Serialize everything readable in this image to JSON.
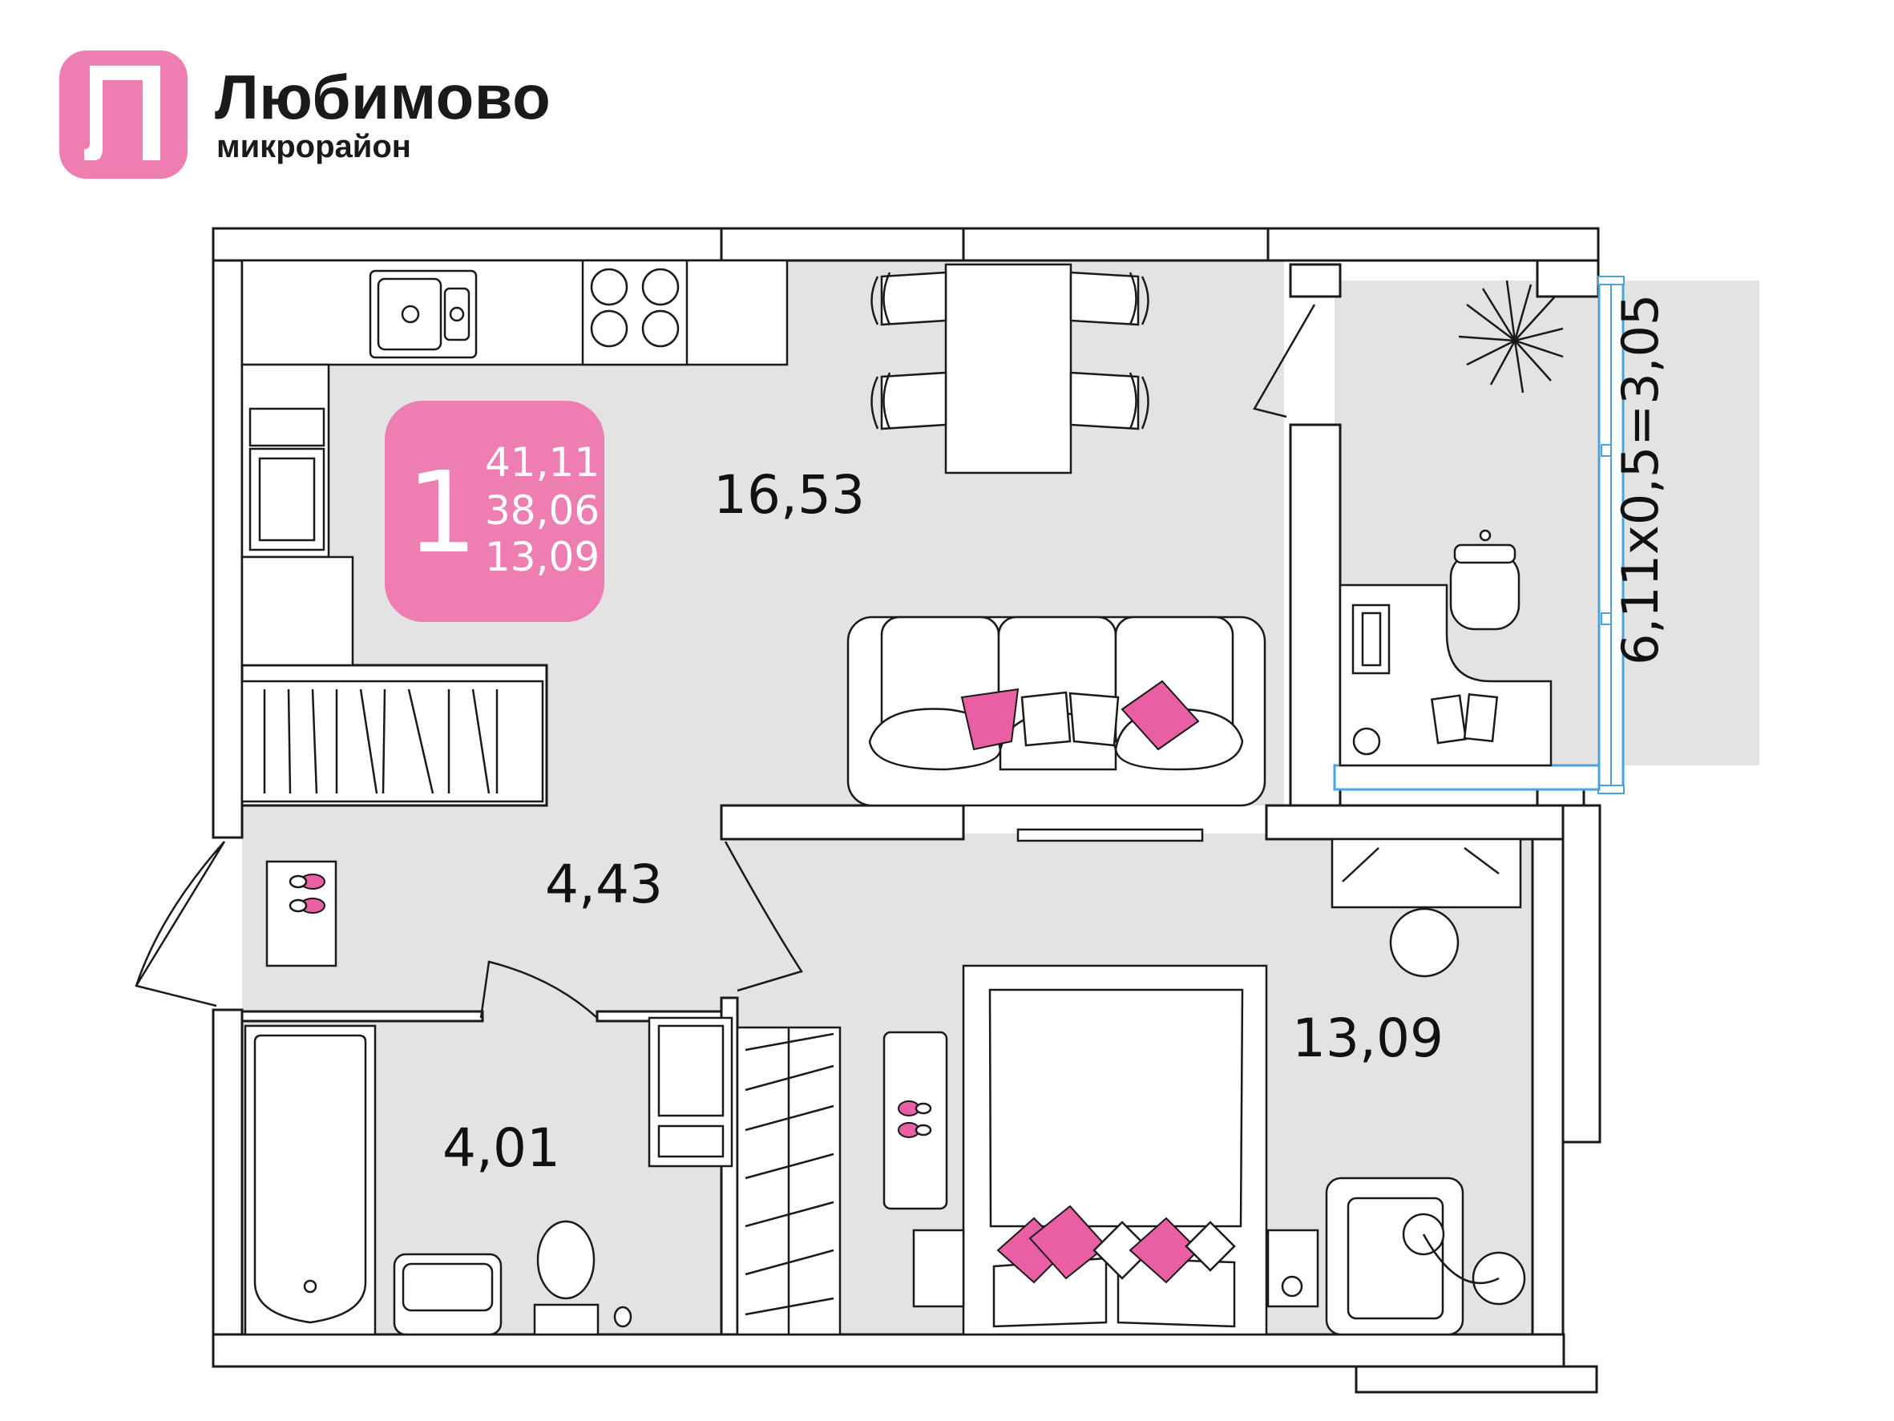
{
  "brand": {
    "logo_letter": "Л",
    "name": "Любимово",
    "subtitle": "микрорайон",
    "color": "#ee7eb1"
  },
  "badge": {
    "rooms": "1",
    "total_area": "41,11",
    "living_area": "38,06",
    "room_area": "13,09",
    "color": "#ee7eb1"
  },
  "rooms": {
    "kitchen_living": "16,53",
    "hallway": "4,43",
    "bathroom": "4,01",
    "bedroom": "13,09"
  },
  "balcony": {
    "formula": "6,11х0,5=3,05"
  },
  "colors": {
    "floor": "#e3e3e3",
    "wall": "#ffffff",
    "accent": "#ea5fa3",
    "glass": "#4aa3d9"
  }
}
